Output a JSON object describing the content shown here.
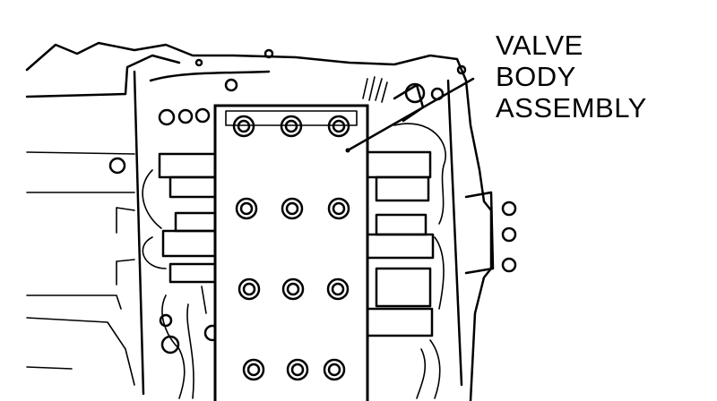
{
  "callout": {
    "lines": [
      "VALVE",
      "BODY",
      "ASSEMBLY"
    ]
  },
  "colors": {
    "ink": "#000000",
    "paper": "#ffffff"
  }
}
